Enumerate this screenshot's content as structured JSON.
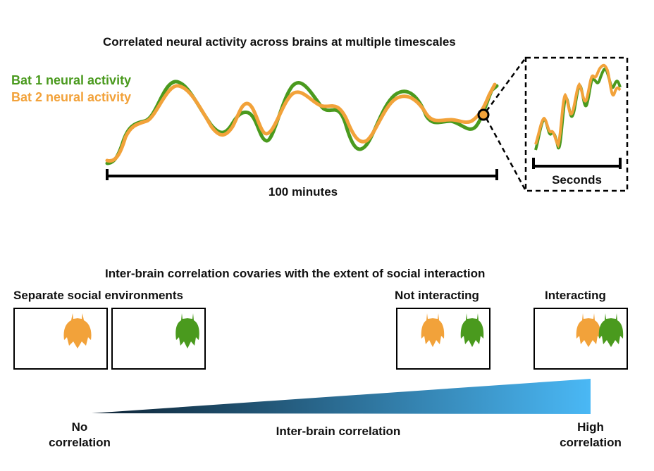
{
  "top_section": {
    "title": "Correlated neural activity across brains at multiple timescales",
    "legend": {
      "bat1": "Bat 1 neural activity",
      "bat2": "Bat 2 neural activity"
    },
    "time_scale_label": "100 minutes",
    "inset_scale_label": "Seconds"
  },
  "bottom_section": {
    "title": "Inter-brain correlation covaries with the extent of social interaction",
    "conditions": [
      {
        "label": "Separate social environments"
      },
      {
        "label": "Not interacting"
      },
      {
        "label": "Interacting"
      }
    ],
    "gradient": {
      "label": "Inter-brain correlation",
      "low_line1": "No",
      "low_line2": "correlation",
      "high_line1": "High",
      "high_line2": "correlation"
    }
  },
  "colors": {
    "bat1": "#4a9a1e",
    "bat2": "#f2a23a",
    "gradient_start": "#0d2233",
    "gradient_end": "#4ab8f5"
  }
}
